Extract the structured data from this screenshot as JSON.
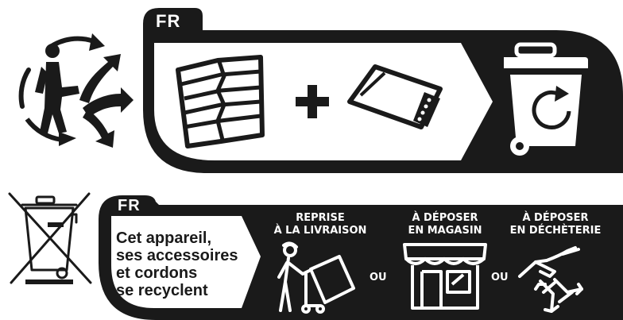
{
  "colors": {
    "ink": "#1a1a1a",
    "paper": "#ffffff"
  },
  "top_label": {
    "country_code": "FR",
    "icons": [
      "triman-icon",
      "folded-paper-icon",
      "plus-icon",
      "plastic-pouch-icon",
      "recycling-bin-icon"
    ]
  },
  "weee_label": {
    "country_code": "FR",
    "message_lines": [
      "Cet appareil,",
      "ses accessoires",
      "et cordons",
      "se recyclent"
    ],
    "options": [
      {
        "title_lines": [
          "REPRISE",
          "À LA LIVRAISON"
        ],
        "icon": "delivery-person-icon"
      },
      {
        "title_lines": [
          "À DÉPOSER",
          "EN MAGASIN"
        ],
        "icon": "shop-icon"
      },
      {
        "title_lines": [
          "À DÉPOSER",
          "EN DÉCHÈTERIE"
        ],
        "icon": "waste-center-icon"
      }
    ],
    "separators": [
      "OU",
      "OU"
    ],
    "icons": [
      "crossed-out-bin-icon"
    ]
  }
}
